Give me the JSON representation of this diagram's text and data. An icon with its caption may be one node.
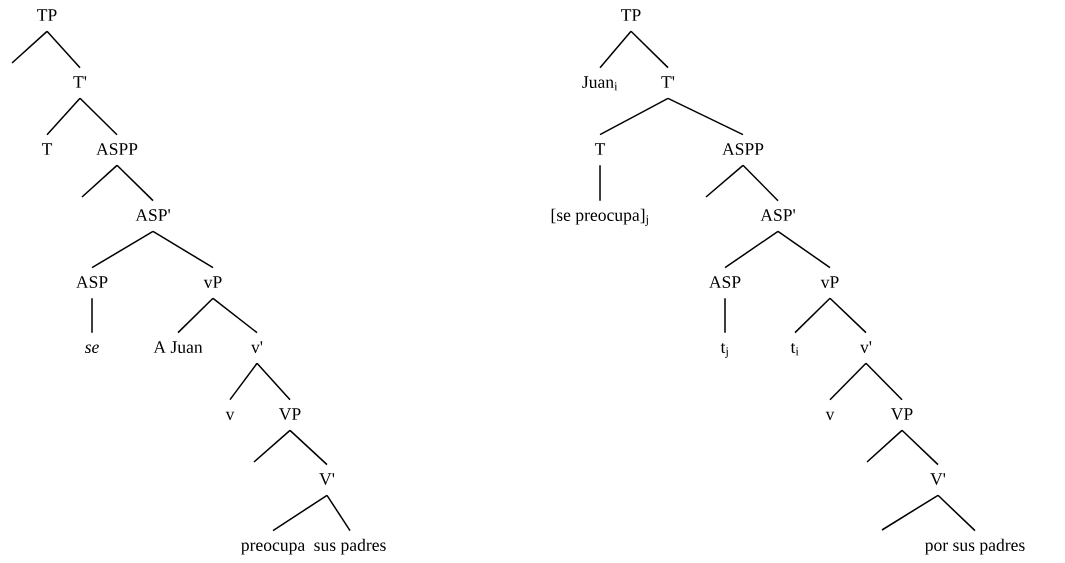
{
  "diagram": {
    "nodes": [
      {
        "text": [
          "TP"
        ]
      },
      {
        "text": [
          "T'"
        ]
      },
      {
        "text": [
          "T"
        ]
      },
      {
        "text": [
          "ASPP"
        ]
      },
      {
        "text": [
          "ASP'"
        ]
      },
      {
        "text": [
          "ASP"
        ]
      },
      {
        "text": [
          "vP"
        ]
      },
      {
        "text": [
          "se"
        ]
      },
      {
        "text": [
          "A Juan"
        ]
      },
      {
        "text": [
          "v'"
        ]
      },
      {
        "text": [
          "v"
        ]
      },
      {
        "text": [
          "VP"
        ]
      },
      {
        "text": [
          "V'"
        ]
      },
      {
        "text": [
          "preocupa"
        ]
      },
      {
        "text": [
          "sus padres"
        ]
      },
      {
        "text": [
          "TP"
        ]
      },
      {
        "text": [
          "Juan$_{i}$"
        ]
      },
      {
        "text": [
          "T'"
        ]
      },
      {
        "text": [
          "T"
        ]
      },
      {
        "text": [
          "ASPP"
        ]
      },
      {
        "text": [
          "[se preocupa]$_{j}$"
        ]
      },
      {
        "text": [
          "ASP'"
        ]
      },
      {
        "text": [
          "ASP"
        ]
      },
      {
        "text": [
          "vP"
        ]
      },
      {
        "text": [
          "t$_{j}$"
        ]
      },
      {
        "text": [
          "t$_{i}$"
        ]
      },
      {
        "text": [
          "v'"
        ]
      },
      {
        "text": [
          "v"
        ]
      },
      {
        "text": [
          "VP"
        ]
      },
      {
        "text": [
          "V'"
        ]
      },
      {
        "text": [
          "por sus padres"
        ]
      }
    ],
    "edges": [
      {
        "from": 0,
        "to": null,
        "arrow": "none"
      },
      {
        "from": 0,
        "to": 1,
        "arrow": "none"
      },
      {
        "from": 1,
        "to": 2,
        "arrow": "none"
      },
      {
        "from": 1,
        "to": 3,
        "arrow": "none"
      },
      {
        "from": 3,
        "to": null,
        "arrow": "none"
      },
      {
        "from": 3,
        "to": 4,
        "arrow": "none"
      },
      {
        "from": 4,
        "to": 5,
        "arrow": "none"
      },
      {
        "from": 4,
        "to": 6,
        "arrow": "none"
      },
      {
        "from": 5,
        "to": 7,
        "arrow": "none"
      },
      {
        "from": 6,
        "to": 8,
        "arrow": "none"
      },
      {
        "from": 6,
        "to": 9,
        "arrow": "none"
      },
      {
        "from": 9,
        "to": 10,
        "arrow": "none"
      },
      {
        "from": 9,
        "to": 11,
        "arrow": "none"
      },
      {
        "from": 11,
        "to": null,
        "arrow": "none"
      },
      {
        "from": 11,
        "to": 12,
        "arrow": "none"
      },
      {
        "from": 12,
        "to": 13,
        "arrow": "none"
      },
      {
        "from": 12,
        "to": 14,
        "arrow": "none"
      },
      {
        "from": 15,
        "to": 16,
        "arrow": "none"
      },
      {
        "from": 15,
        "to": 17,
        "arrow": "none"
      },
      {
        "from": 17,
        "to": 18,
        "arrow": "none"
      },
      {
        "from": 17,
        "to": 19,
        "arrow": "none"
      },
      {
        "from": 18,
        "to": 20,
        "arrow": "none"
      },
      {
        "from": 19,
        "to": null,
        "arrow": "none"
      },
      {
        "from": 19,
        "to": 21,
        "arrow": "none"
      },
      {
        "from": 21,
        "to": 22,
        "arrow": "none"
      },
      {
        "from": 21,
        "to": 23,
        "arrow": "none"
      },
      {
        "from": 22,
        "to": 24,
        "arrow": "none"
      },
      {
        "from": 23,
        "to": 25,
        "arrow": "none"
      },
      {
        "from": 23,
        "to": 26,
        "arrow": "none"
      },
      {
        "from": 26,
        "to": 27,
        "arrow": "none"
      },
      {
        "from": 26,
        "to": 28,
        "arrow": "none"
      },
      {
        "from": 28,
        "to": null,
        "arrow": "none"
      },
      {
        "from": 28,
        "to": 29,
        "arrow": "none"
      },
      {
        "from": 29,
        "to": null,
        "arrow": "none"
      },
      {
        "from": 29,
        "to": 30,
        "arrow": "none"
      }
    ]
  }
}
